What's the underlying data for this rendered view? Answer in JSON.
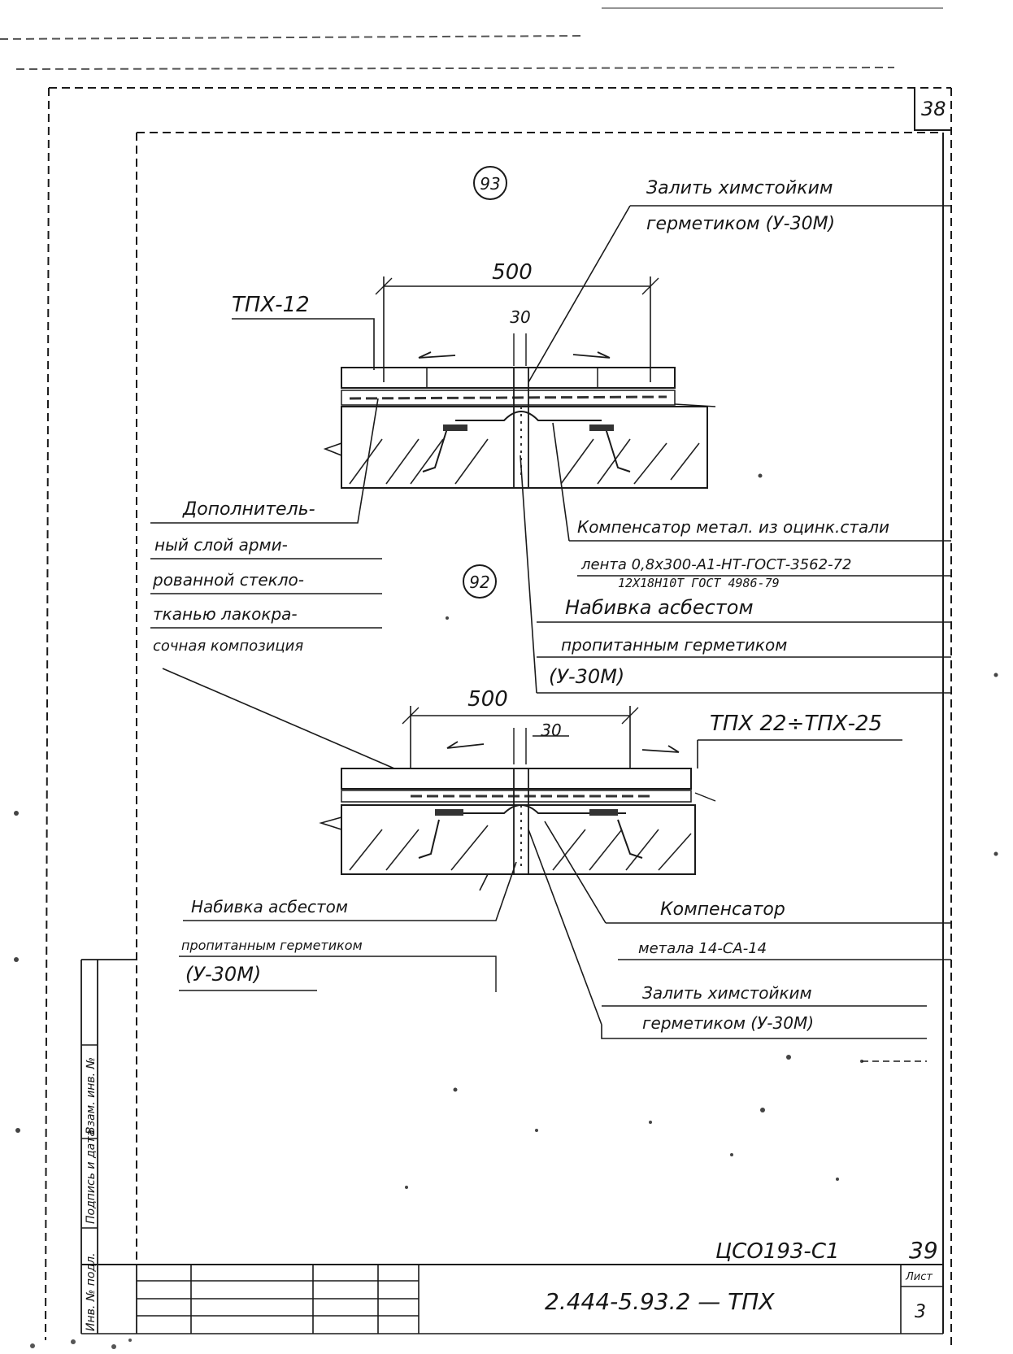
{
  "page_corner_number": "38",
  "node_upper": {
    "marker": "93",
    "dimension_width": "500",
    "dimension_gap": "30",
    "brand_label": "ТПХ-12",
    "callout_seal_line1": "Залить химстойким",
    "callout_seal_line2": "герметиком (У-30М)",
    "callout_comp_line1": "Компенсатор метал. из оцинк.стали",
    "callout_comp_line2": "лента 0,8х300-А1-НТ-ГОСТ-3562-72",
    "callout_comp_line3": "12Х18Н10Т ГОСТ 4986-79",
    "callout_pack_line1": "Набивка асбестом",
    "callout_pack_line2": "пропитанным герметиком",
    "callout_pack_line3": "(У-30М)"
  },
  "extra_layer": {
    "line1": "Дополнитель-",
    "line2": "ный слой арми-",
    "line3": "рованной стекло-",
    "line4": "тканью лакокра-",
    "line5": "сочная композиция"
  },
  "node_lower": {
    "marker": "92",
    "dimension_width": "500",
    "dimension_gap": "30",
    "brand_label": "ТПХ 22÷ТПХ-25",
    "callout_pack_line1": "Набивка асбестом",
    "callout_pack_line2": "пропитанным герметиком",
    "callout_pack_line3": "(У-30М)",
    "callout_comp_line1": "Компенсатор",
    "callout_comp_line2": "метала 14-СА-14",
    "callout_seal_line1": "Залить химстойким",
    "callout_seal_line2": "герметиком (У-30М)"
  },
  "archive_number": "ЦСО193-С1",
  "archive_page": "39",
  "doc_code": "2.444-5.93.2 — ТПХ",
  "sheet_label": "Лист",
  "sheet_number": "3",
  "side_stamp": {
    "col1": "Инв. № подл.",
    "col2": "Подпись и дата",
    "col3": "Взам. инв. №"
  }
}
